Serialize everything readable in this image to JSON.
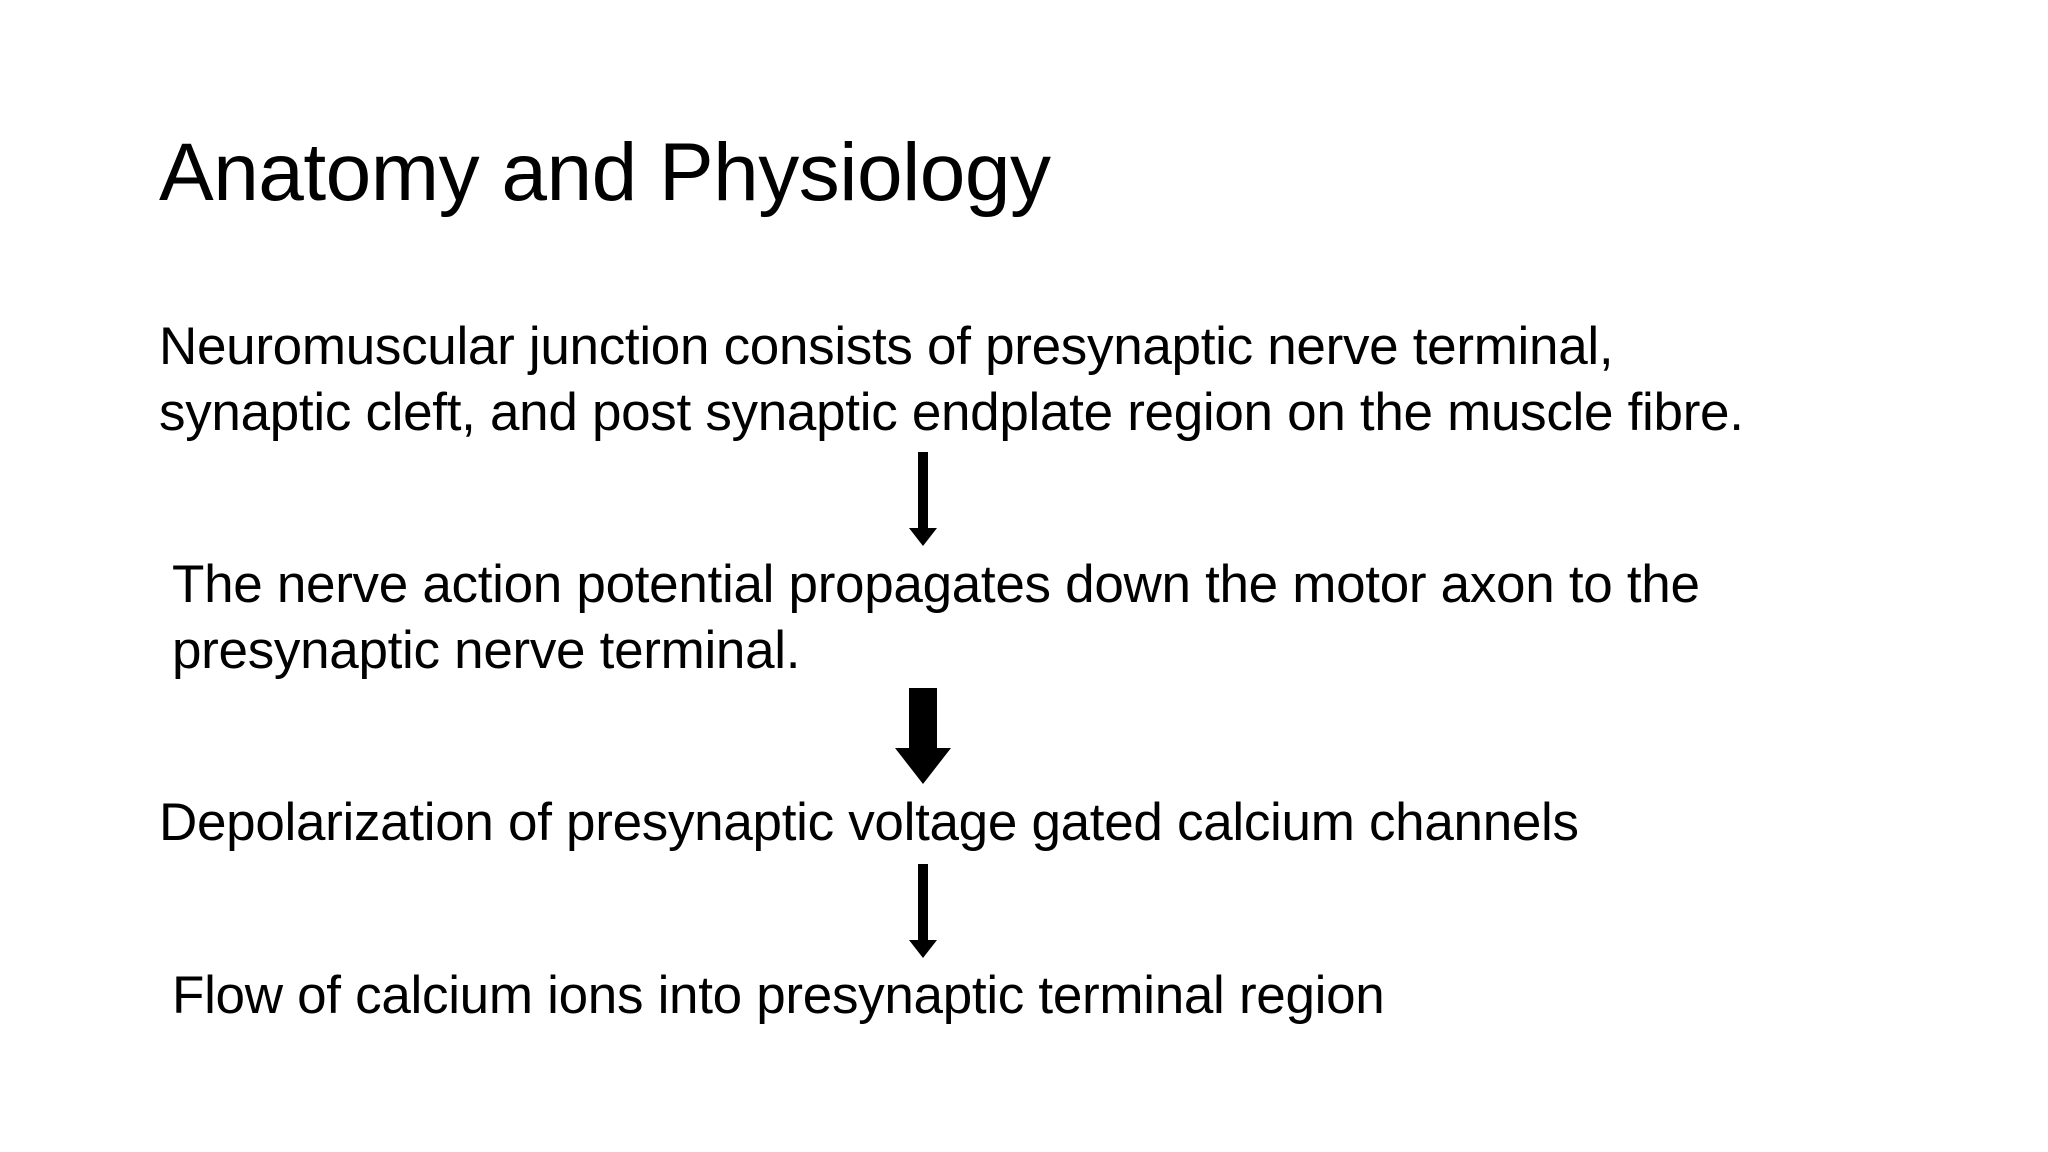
{
  "slide": {
    "title": "Anatomy and Physiology",
    "steps": [
      {
        "lines": [
          "Neuromuscular junction consists of presynaptic nerve terminal,",
          "synaptic cleft, and post synaptic endplate region on the muscle fibre."
        ]
      },
      {
        "lines": [
          "The nerve action potential propagates down the motor axon to the",
          "presynaptic nerve terminal."
        ]
      },
      {
        "lines": [
          "Depolarization of presynaptic voltage gated calcium channels"
        ]
      },
      {
        "lines": [
          "Flow of calcium ions into presynaptic terminal region"
        ]
      }
    ],
    "arrow_icon": "arrow-down-icon",
    "colors": {
      "background": "#ffffff",
      "text": "#000000",
      "arrow": "#000000"
    }
  }
}
